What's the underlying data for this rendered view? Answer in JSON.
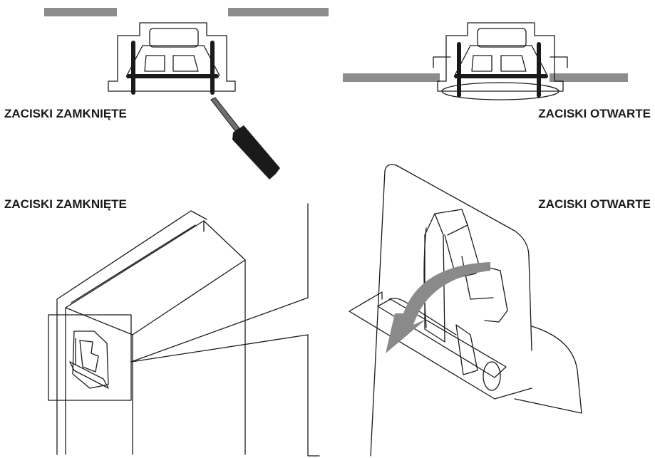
{
  "labels": {
    "top_left": "ZACISKI ZAMKNIĘTE",
    "top_right": "ZACISKI OTWARTE",
    "bottom_left": "ZACISKI ZAMKNIĘTE",
    "bottom_right": "ZACISKI OTWARTE"
  },
  "colors": {
    "wall": "#8c8c8c",
    "line": "#1a1a1a",
    "arrow": "#8a8a8a"
  }
}
